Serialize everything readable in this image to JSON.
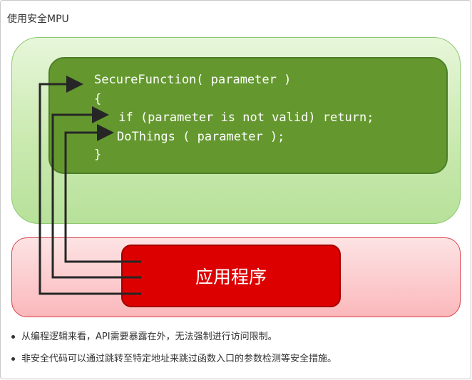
{
  "title": "使用安全MPU",
  "code": {
    "line1": "SecureFunction( parameter )",
    "line2": "{",
    "line3": " if (parameter is not valid) return;",
    "line4": "DoThings ( parameter );",
    "line5": "}"
  },
  "app_label": "应用程序",
  "bullets": [
    "从编程逻辑来看，API需要暴露在外，无法强制进行访问限制。",
    "非安全代码可以通过跳转至特定地址来跳过函数入口的参数检测等安全措施。"
  ],
  "colors": {
    "green_outer": "#caeab0",
    "green_inner": "#64982f",
    "red_outer": "#fbb8bb",
    "red_inner": "#dd0000",
    "arrow": "#262626"
  }
}
